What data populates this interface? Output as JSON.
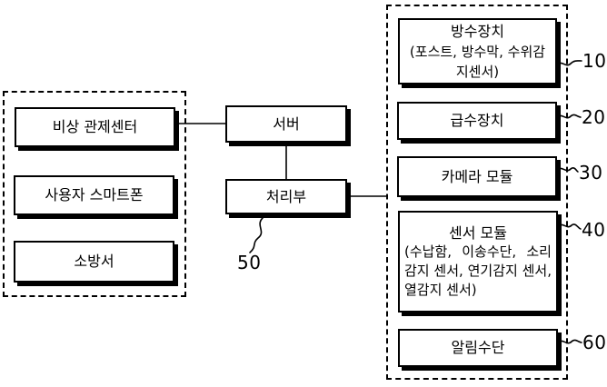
{
  "diagram": {
    "colors": {
      "background": "#ffffff",
      "line": "#000000",
      "box_fill": "#ffffff",
      "box_border": "#000000"
    },
    "left_group": {
      "boxes": [
        {
          "label": "비상 관제센터"
        },
        {
          "label": "사용자 스마트폰"
        },
        {
          "label": "소방서"
        }
      ]
    },
    "center": {
      "server_label": "서버",
      "processor_label": "처리부",
      "processor_ref": "50"
    },
    "right_group": {
      "boxes": [
        {
          "title": "방수장치",
          "detail": "(포스트, 방수막, 수위감지센서)",
          "ref": "10"
        },
        {
          "title": "급수장치",
          "ref": "20"
        },
        {
          "title": "카메라 모듈",
          "ref": "30"
        },
        {
          "title": "센서 모듈",
          "detail": "(수납함, 이송수단, 소리감지 센서, 연기감지 센서, 열감지 센서)",
          "ref": "40"
        },
        {
          "title": "알림수단",
          "ref": "60"
        }
      ]
    }
  }
}
